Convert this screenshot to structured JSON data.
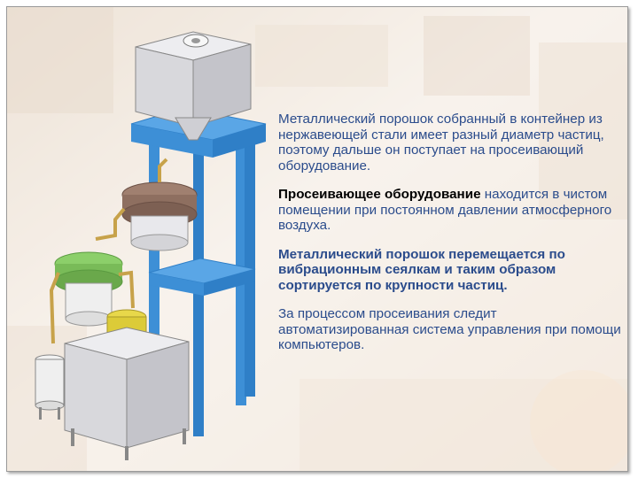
{
  "paragraphs": {
    "p1": "Металлический порошок собранный в контейнер из нержавеющей стали имеет разный диаметр частиц, поэтому дальше он поступает на просеивающий оборудование.",
    "p2_bold": "Просеивающее оборудование",
    "p2_rest": " находится в чистом помещении при постоянном давлении атмосферного воздуха.",
    "p3": "Металлический порошок перемещается по вибрационным сеялкам и таким образом сортируется по крупности частиц.",
    "p4": "За процессом просеивания следит автоматизированная система управления при помощи компьютеров."
  },
  "illustration": {
    "name": "sieving-equipment-diagram",
    "colors": {
      "frame_blue": "#3d8fd6",
      "sieve_brown": "#a08070",
      "sieve_green": "#8ccf6a",
      "sieve_yellow": "#e8d84a",
      "container_gray": "#d8d8dc"
    }
  }
}
